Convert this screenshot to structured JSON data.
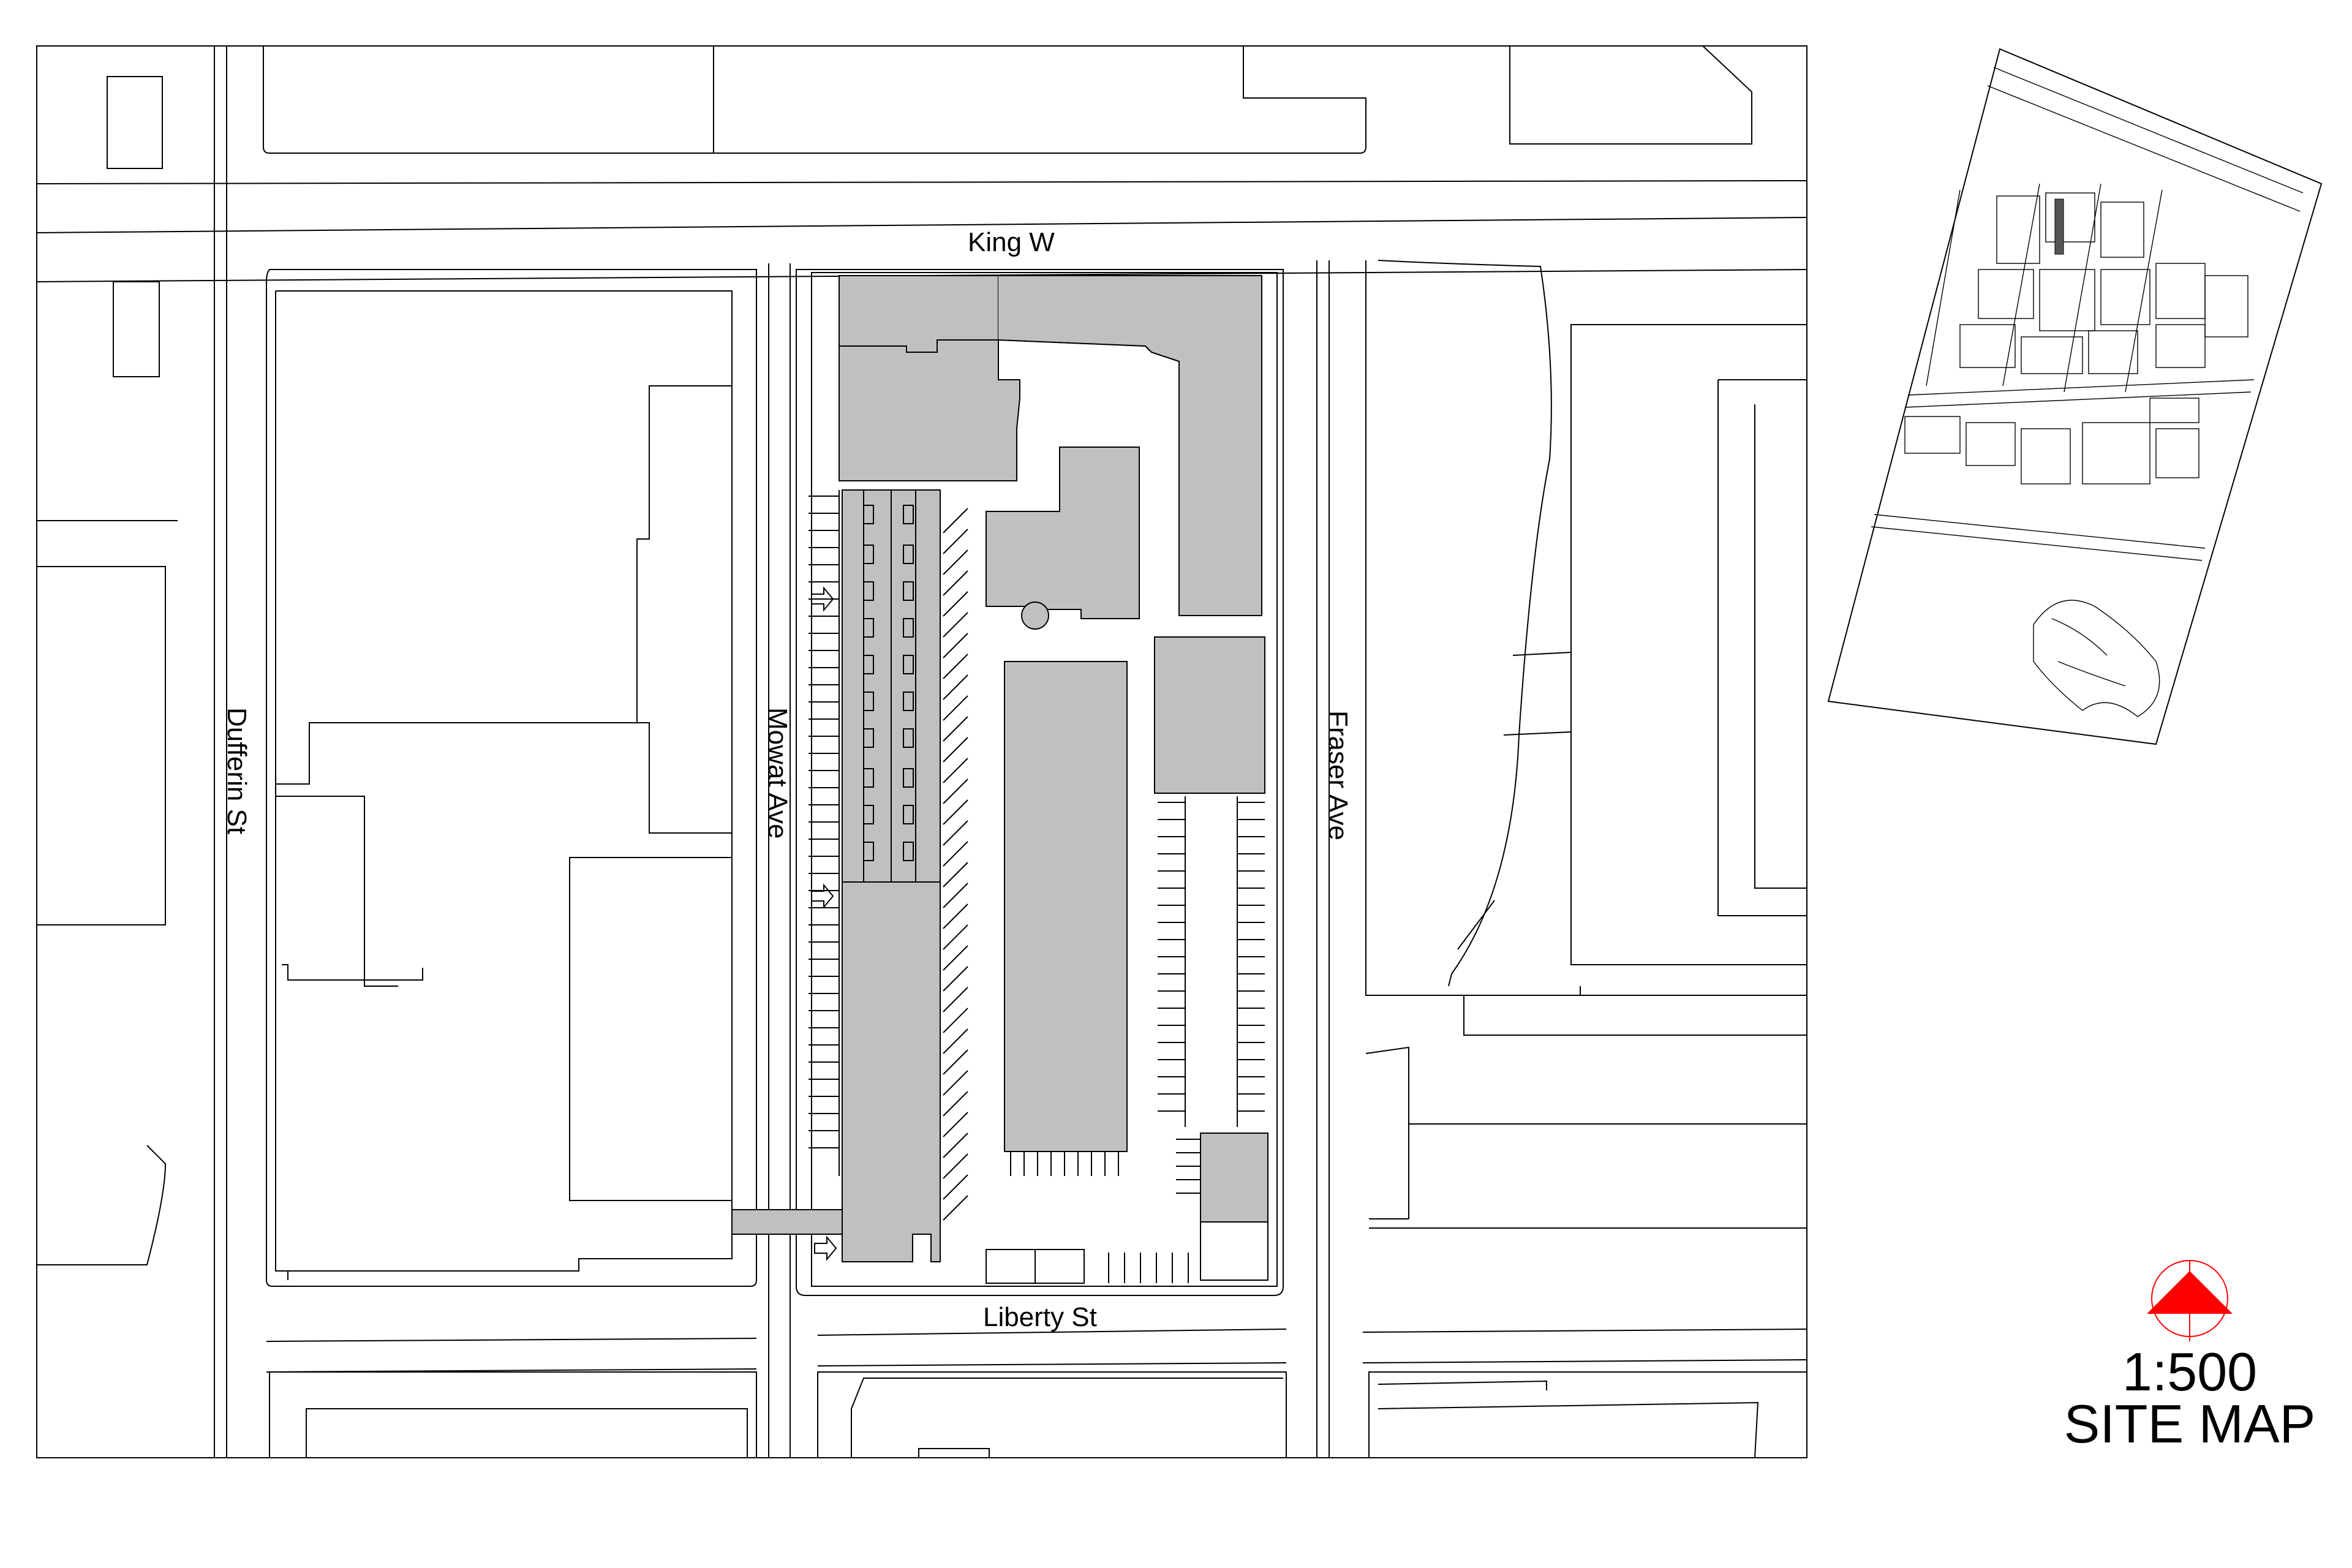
{
  "streets": {
    "king": "King W",
    "liberty": "Liberty St",
    "dufferin": "Dufferin St",
    "mowat": "Mowat Ave",
    "fraser": "Fraser Ave"
  },
  "scale": "1:500",
  "title": "SITE MAP",
  "colors": {
    "building": "#c0c0c0",
    "north_arrow": "#ff0000",
    "line": "#000000"
  },
  "icons": {
    "north_arrow": "north-arrow-icon",
    "entrance": "entrance-arrow-icon"
  }
}
